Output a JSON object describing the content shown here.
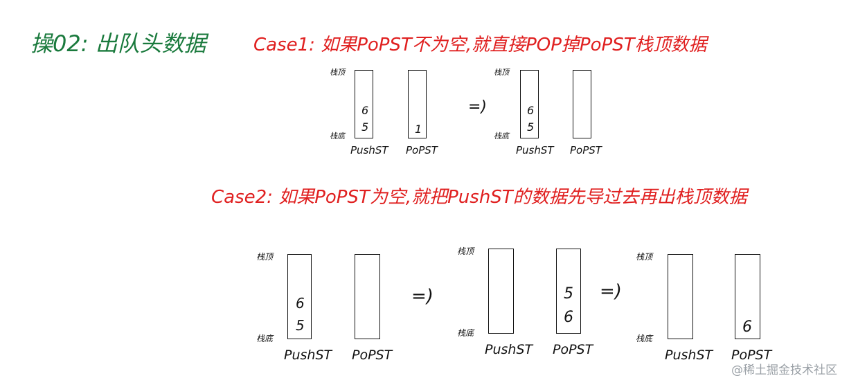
{
  "heading": "操02: 出队头数据",
  "case1": {
    "title": "Case1: 如果PoPST不为空,就直接POP掉PoPST栈顶数据",
    "before": {
      "push_label": "PushST",
      "pop_label": "PoPST",
      "push_values": [
        "6",
        "5"
      ],
      "pop_values": [
        "1"
      ],
      "top_tag": "栈顶",
      "bottom_tag": "栈底"
    },
    "arrow": "=)",
    "after": {
      "push_label": "PushST",
      "pop_label": "PoPST",
      "push_values": [
        "6",
        "5"
      ],
      "top_tag": "栈顶",
      "bottom_tag": "栈底"
    }
  },
  "case2": {
    "title": "Case2: 如果PoPST为空,就把PushST的数据先导过去再出栈顶数据",
    "s1": {
      "push_label": "PushST",
      "pop_label": "PoPST",
      "push_values": [
        "6",
        "5"
      ],
      "top_tag": "栈顶",
      "bottom_tag": "栈底"
    },
    "arrow1": "=)",
    "s2": {
      "push_label": "PushST",
      "pop_label": "PoPST",
      "pop_values": [
        "5",
        "6"
      ],
      "top_tag": "栈顶",
      "bottom_tag": "栈底"
    },
    "arrow2": "=)",
    "s3": {
      "push_label": "PushST",
      "pop_label": "PoPST",
      "pop_values": [
        "6"
      ],
      "top_tag": "栈顶",
      "bottom_tag": "栈底"
    }
  },
  "watermark": "@稀土掘金技术社区"
}
